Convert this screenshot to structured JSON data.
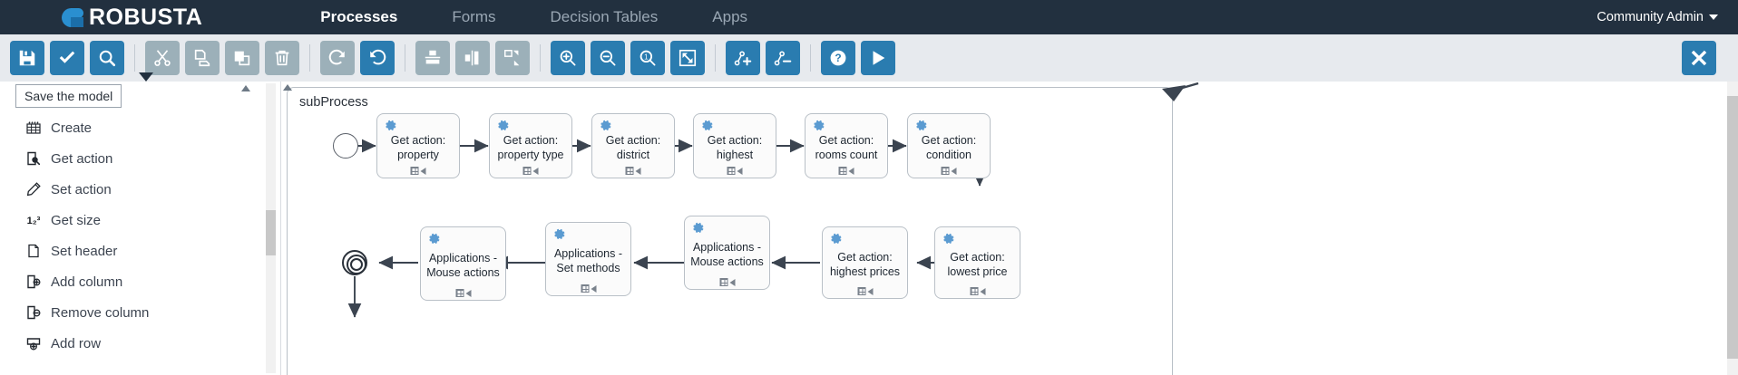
{
  "app": {
    "brand": "ROBUSTA",
    "brand_icon": "robusta-logo-icon"
  },
  "topnav": {
    "items": [
      {
        "label": "Processes",
        "active": true
      },
      {
        "label": "Forms",
        "active": false
      },
      {
        "label": "Decision Tables",
        "active": false
      },
      {
        "label": "Apps",
        "active": false
      }
    ],
    "user": "Community Admin",
    "user_caret_icon": "chevron-down-icon"
  },
  "toolbar": {
    "groups": [
      [
        {
          "name": "save-button",
          "icon": "save-floppy-icon",
          "state": "active",
          "tooltip": "Save the model"
        },
        {
          "name": "validate-button",
          "icon": "check-icon",
          "state": "active"
        },
        {
          "name": "search-button",
          "icon": "magnifier-icon",
          "state": "active"
        }
      ],
      [
        {
          "name": "cut-button",
          "icon": "scissors-icon",
          "state": "disabled"
        },
        {
          "name": "copy-button",
          "icon": "copy-icon",
          "state": "disabled"
        },
        {
          "name": "paste-button",
          "icon": "paste-icon",
          "state": "disabled"
        },
        {
          "name": "delete-button",
          "icon": "trash-icon",
          "state": "disabled"
        }
      ],
      [
        {
          "name": "redo-button",
          "icon": "redo-arrow-icon",
          "state": "disabled"
        },
        {
          "name": "undo-button",
          "icon": "undo-arrow-icon",
          "state": "active"
        }
      ],
      [
        {
          "name": "align-horizontal-button",
          "icon": "align-horizontal-icon",
          "state": "disabled"
        },
        {
          "name": "align-vertical-button",
          "icon": "align-vertical-icon",
          "state": "disabled"
        },
        {
          "name": "same-size-button",
          "icon": "resize-same-size-icon",
          "state": "disabled"
        }
      ],
      [
        {
          "name": "zoom-in-button",
          "icon": "zoom-in-icon",
          "state": "active"
        },
        {
          "name": "zoom-out-button",
          "icon": "zoom-out-icon",
          "state": "active"
        },
        {
          "name": "zoom-actual-button",
          "icon": "zoom-actual-size-icon",
          "state": "active"
        },
        {
          "name": "zoom-fit-button",
          "icon": "zoom-fit-screen-icon",
          "state": "active"
        }
      ],
      [
        {
          "name": "add-bendpoint-button",
          "icon": "add-node-icon",
          "state": "active"
        },
        {
          "name": "remove-bendpoint-button",
          "icon": "remove-node-icon",
          "state": "active"
        }
      ],
      [
        {
          "name": "help-button",
          "icon": "help-question-icon",
          "state": "active"
        },
        {
          "name": "run-button",
          "icon": "play-triangle-icon",
          "state": "active"
        }
      ]
    ],
    "close": {
      "name": "close-editor-button",
      "icon": "close-x-icon",
      "state": "active"
    }
  },
  "tooltip": {
    "text": "Save the model"
  },
  "palette": {
    "items": [
      {
        "label": "Create",
        "icon": "create-table-icon"
      },
      {
        "label": "Get action",
        "icon": "get-action-icon"
      },
      {
        "label": "Set action",
        "icon": "pencil-icon"
      },
      {
        "label": "Get size",
        "icon": "numbers-123-icon"
      },
      {
        "label": "Set header",
        "icon": "document-icon"
      },
      {
        "label": "Add column",
        "icon": "add-column-icon"
      },
      {
        "label": "Remove column",
        "icon": "remove-column-icon"
      },
      {
        "label": "Add row",
        "icon": "add-row-icon"
      }
    ]
  },
  "canvas": {
    "subprocess_label": "subProcess",
    "start_event": {
      "name": "start-event",
      "type": "start"
    },
    "end_event": {
      "name": "end-event",
      "type": "end"
    },
    "nodes": [
      {
        "id": "n1",
        "line1": "Get action:",
        "line2": "property",
        "icon": "service-task-gear-icon"
      },
      {
        "id": "n2",
        "line1": "Get action:",
        "line2": "property type",
        "icon": "service-task-gear-icon"
      },
      {
        "id": "n3",
        "line1": "Get action:",
        "line2": "district",
        "icon": "service-task-gear-icon"
      },
      {
        "id": "n4",
        "line1": "Get action:",
        "line2": "highest",
        "icon": "service-task-gear-icon"
      },
      {
        "id": "n5",
        "line1": "Get action:",
        "line2": "rooms count",
        "icon": "service-task-gear-icon"
      },
      {
        "id": "n6",
        "line1": "Get action:",
        "line2": "condition",
        "icon": "service-task-gear-icon"
      },
      {
        "id": "n7",
        "line1": "Get action:",
        "line2": "lowest price",
        "icon": "service-task-gear-icon"
      },
      {
        "id": "n8",
        "line1": "Get action:",
        "line2": "highest prices",
        "icon": "service-task-gear-icon"
      },
      {
        "id": "n9",
        "line1": "Applications -",
        "line2": "Mouse actions",
        "icon": "service-task-gear-icon"
      },
      {
        "id": "n10",
        "line1": "Applications -",
        "line2": "Set methods",
        "icon": "service-task-gear-icon"
      },
      {
        "id": "n11",
        "line1": "Applications -",
        "line2": "Mouse actions",
        "icon": "service-task-gear-icon"
      }
    ]
  },
  "colors": {
    "nav_bg": "#22303f",
    "toolbar_bg": "#e7eaee",
    "accent_blue": "#2a7cb0",
    "disabled_gray": "#9cb0b9",
    "node_border": "#b9c0c7",
    "gear_blue": "#5b9bd1"
  }
}
